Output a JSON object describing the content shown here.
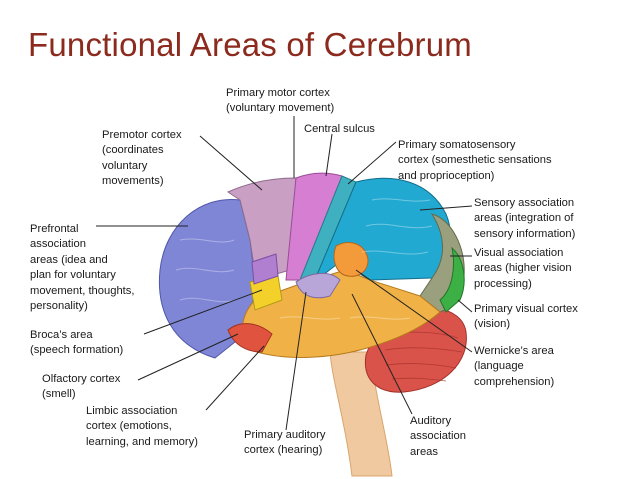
{
  "title": "Functional Areas of Cerebrum",
  "labels": {
    "primary_motor": "Primary motor cortex\n(voluntary movement)",
    "central_sulcus": "Central sulcus",
    "premotor": "Premotor cortex\n(coordinates\nvoluntary\nmovements)",
    "primary_somatosensory": "Primary somatosensory\ncortex (somesthetic sensations\nand proprioception)",
    "sensory_association": "Sensory association\nareas (integration of\nsensory information)",
    "prefrontal": "Prefrontal\nassociation\nareas (idea and\nplan for voluntary\nmovement, thoughts,\npersonality)",
    "visual_association": "Visual association\nareas (higher vision\nprocessing)",
    "primary_visual": "Primary visual cortex\n(vision)",
    "brocas": "Broca’s area\n(speech formation)",
    "wernickes": "Wernicke’s area\n(language\ncomprehension)",
    "olfactory": "Olfactory cortex\n(smell)",
    "limbic": "Limbic association\ncortex (emotions,\nlearning, and memory)",
    "primary_auditory": "Primary auditory\ncortex (hearing)",
    "auditory_association": "Auditory\nassociation\nareas"
  },
  "colors": {
    "title": "#8b2a1d",
    "prefrontal": "#7f86d6",
    "premotor": "#c9a0c4",
    "primary_motor": "#d67fd2",
    "central_sulcus": "#3fb0bf",
    "somatosensory": "#22a9d1",
    "visual_association": "#9aa07e",
    "primary_visual": "#3cb044",
    "brocas": "#f3d12a",
    "temporal": "#f0b247",
    "olfactory": "#e0543f",
    "wernicke": "#f39a3a",
    "auditory": "#b9a6d8",
    "cerebellum": "#d9534a",
    "brainstem": "#f1c9a0",
    "leader_line": "#222222"
  }
}
